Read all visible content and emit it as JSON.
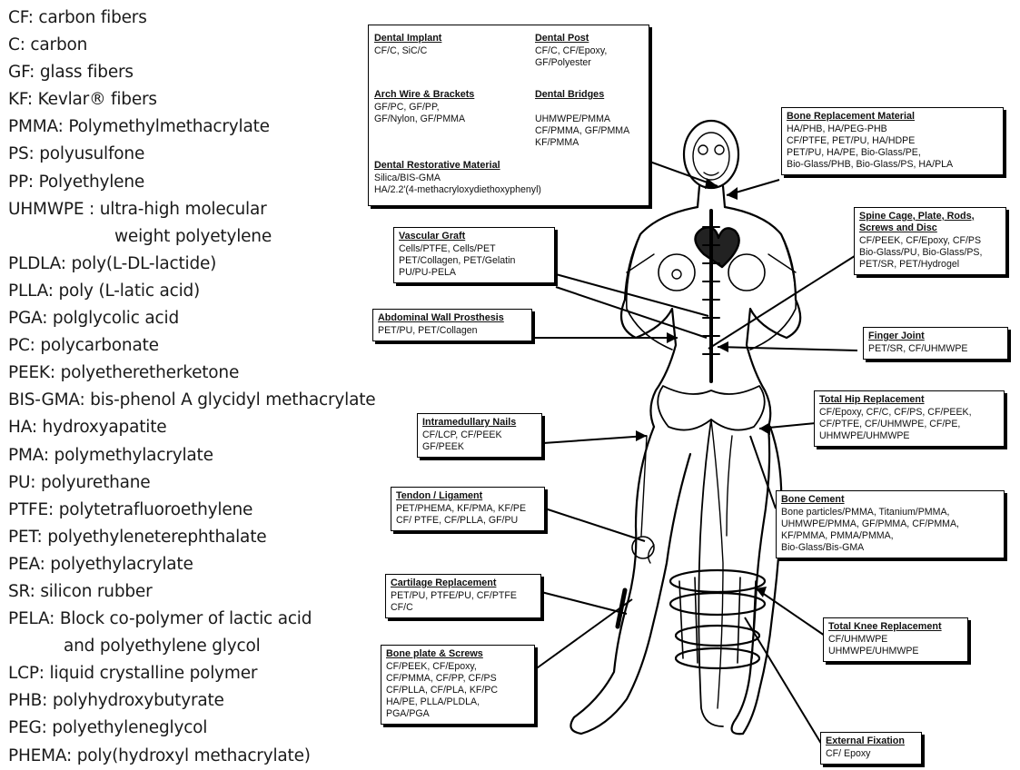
{
  "glossary": [
    "CF: carbon fibers",
    "C: carbon",
    "GF: glass fibers",
    "KF: Kevlar® fibers",
    "PMMA: Polymethylmethacrylate",
    "PS: polyusulfone",
    "PP: Polyethylene",
    "UHMWPE : ultra-high molecular",
    "weight polyetylene",
    "PLDLA: poly(L-DL-lactide)",
    "PLLA: poly (L-latic acid)",
    "PGA: polglycolic acid",
    "PC: polycarbonate",
    "PEEK: polyetheretherketone",
    "BIS-GMA: bis-phenol A glycidyl methacrylate",
    "HA: hydroxyapatite",
    "PMA: polymethylacrylate",
    "PU: polyurethane",
    "PTFE: polytetrafluoroethylene",
    "PET: polyethyleneterephthalate",
    "PEA: polyethylacrylate",
    "SR: silicon rubber",
    "PELA: Block co-polymer of lactic acid",
    "and polyethylene glycol",
    "LCP: liquid crystalline polymer",
    "PHB: polyhydroxybutyrate",
    "PEG: polyethyleneglycol",
    "PHEMA: poly(hydroxyl methacrylate)"
  ],
  "dental": {
    "implant": {
      "title": "Dental Implant",
      "items": [
        "CF/C, SiC/C"
      ]
    },
    "post": {
      "title": "Dental Post",
      "items": [
        "CF/C, CF/Epoxy,",
        "GF/Polyester"
      ]
    },
    "arch": {
      "title": "Arch Wire & Brackets",
      "items": [
        "GF/PC, GF/PP,",
        "GF/Nylon, GF/PMMA"
      ]
    },
    "bridges": {
      "title": "Dental Bridges",
      "items": [
        "UHMWPE/PMMA",
        "CF/PMMA, GF/PMMA",
        "KF/PMMA"
      ]
    },
    "restorative": {
      "title": "Dental Restorative Material",
      "items": [
        "Silica/BIS-GMA",
        "HA/2.2'(4-methacryloxydiethoxyphenyl)"
      ]
    }
  },
  "boxes": {
    "bone_replacement": {
      "title": "Bone Replacement Material",
      "items": [
        "HA/PHB, HA/PEG-PHB",
        "CF/PTFE, PET/PU, HA/HDPE",
        "PET/PU, HA/PE, Bio-Glass/PE,",
        "Bio-Glass/PHB, Bio-Glass/PS, HA/PLA"
      ]
    },
    "vascular": {
      "title": "Vascular Graft",
      "items": [
        "Cells/PTFE, Cells/PET",
        "PET/Collagen, PET/Gelatin",
        "PU/PU-PELA"
      ]
    },
    "spine": {
      "title": "Spine Cage, Plate, Rods, Screws and Disc",
      "items": [
        "CF/PEEK, CF/Epoxy, CF/PS",
        "Bio-Glass/PU, Bio-Glass/PS,",
        "PET/SR, PET/Hydrogel"
      ]
    },
    "abdominal": {
      "title": "Abdominal Wall Prosthesis",
      "items": [
        "PET/PU, PET/Collagen"
      ]
    },
    "finger": {
      "title": "Finger Joint",
      "items": [
        "PET/SR, CF/UHMWPE"
      ]
    },
    "hip": {
      "title": "Total Hip Replacement",
      "items": [
        "CF/Epoxy, CF/C, CF/PS, CF/PEEK,",
        "CF/PTFE, CF/UHMWPE, CF/PE,",
        "UHMWPE/UHMWPE"
      ]
    },
    "intramedullary": {
      "title": "Intramedullary Nails",
      "items": [
        "CF/LCP, CF/PEEK",
        "GF/PEEK"
      ]
    },
    "tendon": {
      "title": "Tendon / Ligament",
      "items": [
        "PET/PHEMA, KF/PMA, KF/PE",
        "CF/ PTFE, CF/PLLA, GF/PU"
      ]
    },
    "cement": {
      "title": "Bone Cement",
      "items": [
        "Bone particles/PMMA, Titanium/PMMA,",
        "UHMWPE/PMMA, GF/PMMA, CF/PMMA,",
        "KF/PMMA, PMMA/PMMA,",
        "Bio-Glass/Bis-GMA"
      ]
    },
    "cartilage": {
      "title": "Cartilage Replacement",
      "items": [
        "PET/PU, PTFE/PU, CF/PTFE",
        "CF/C"
      ]
    },
    "knee": {
      "title": "Total Knee Replacement",
      "items": [
        "CF/UHMWPE",
        "UHMWPE/UHMWPE"
      ]
    },
    "plate": {
      "title": "Bone plate & Screws",
      "items": [
        "CF/PEEK, CF/Epoxy,",
        "CF/PMMA, CF/PP, CF/PS",
        "CF/PLLA, CF/PLA, KF/PC",
        "HA/PE, PLLA/PLDLA,",
        "PGA/PGA"
      ]
    },
    "external": {
      "title": "External Fixation",
      "items": [
        "CF/ Epoxy"
      ]
    }
  }
}
